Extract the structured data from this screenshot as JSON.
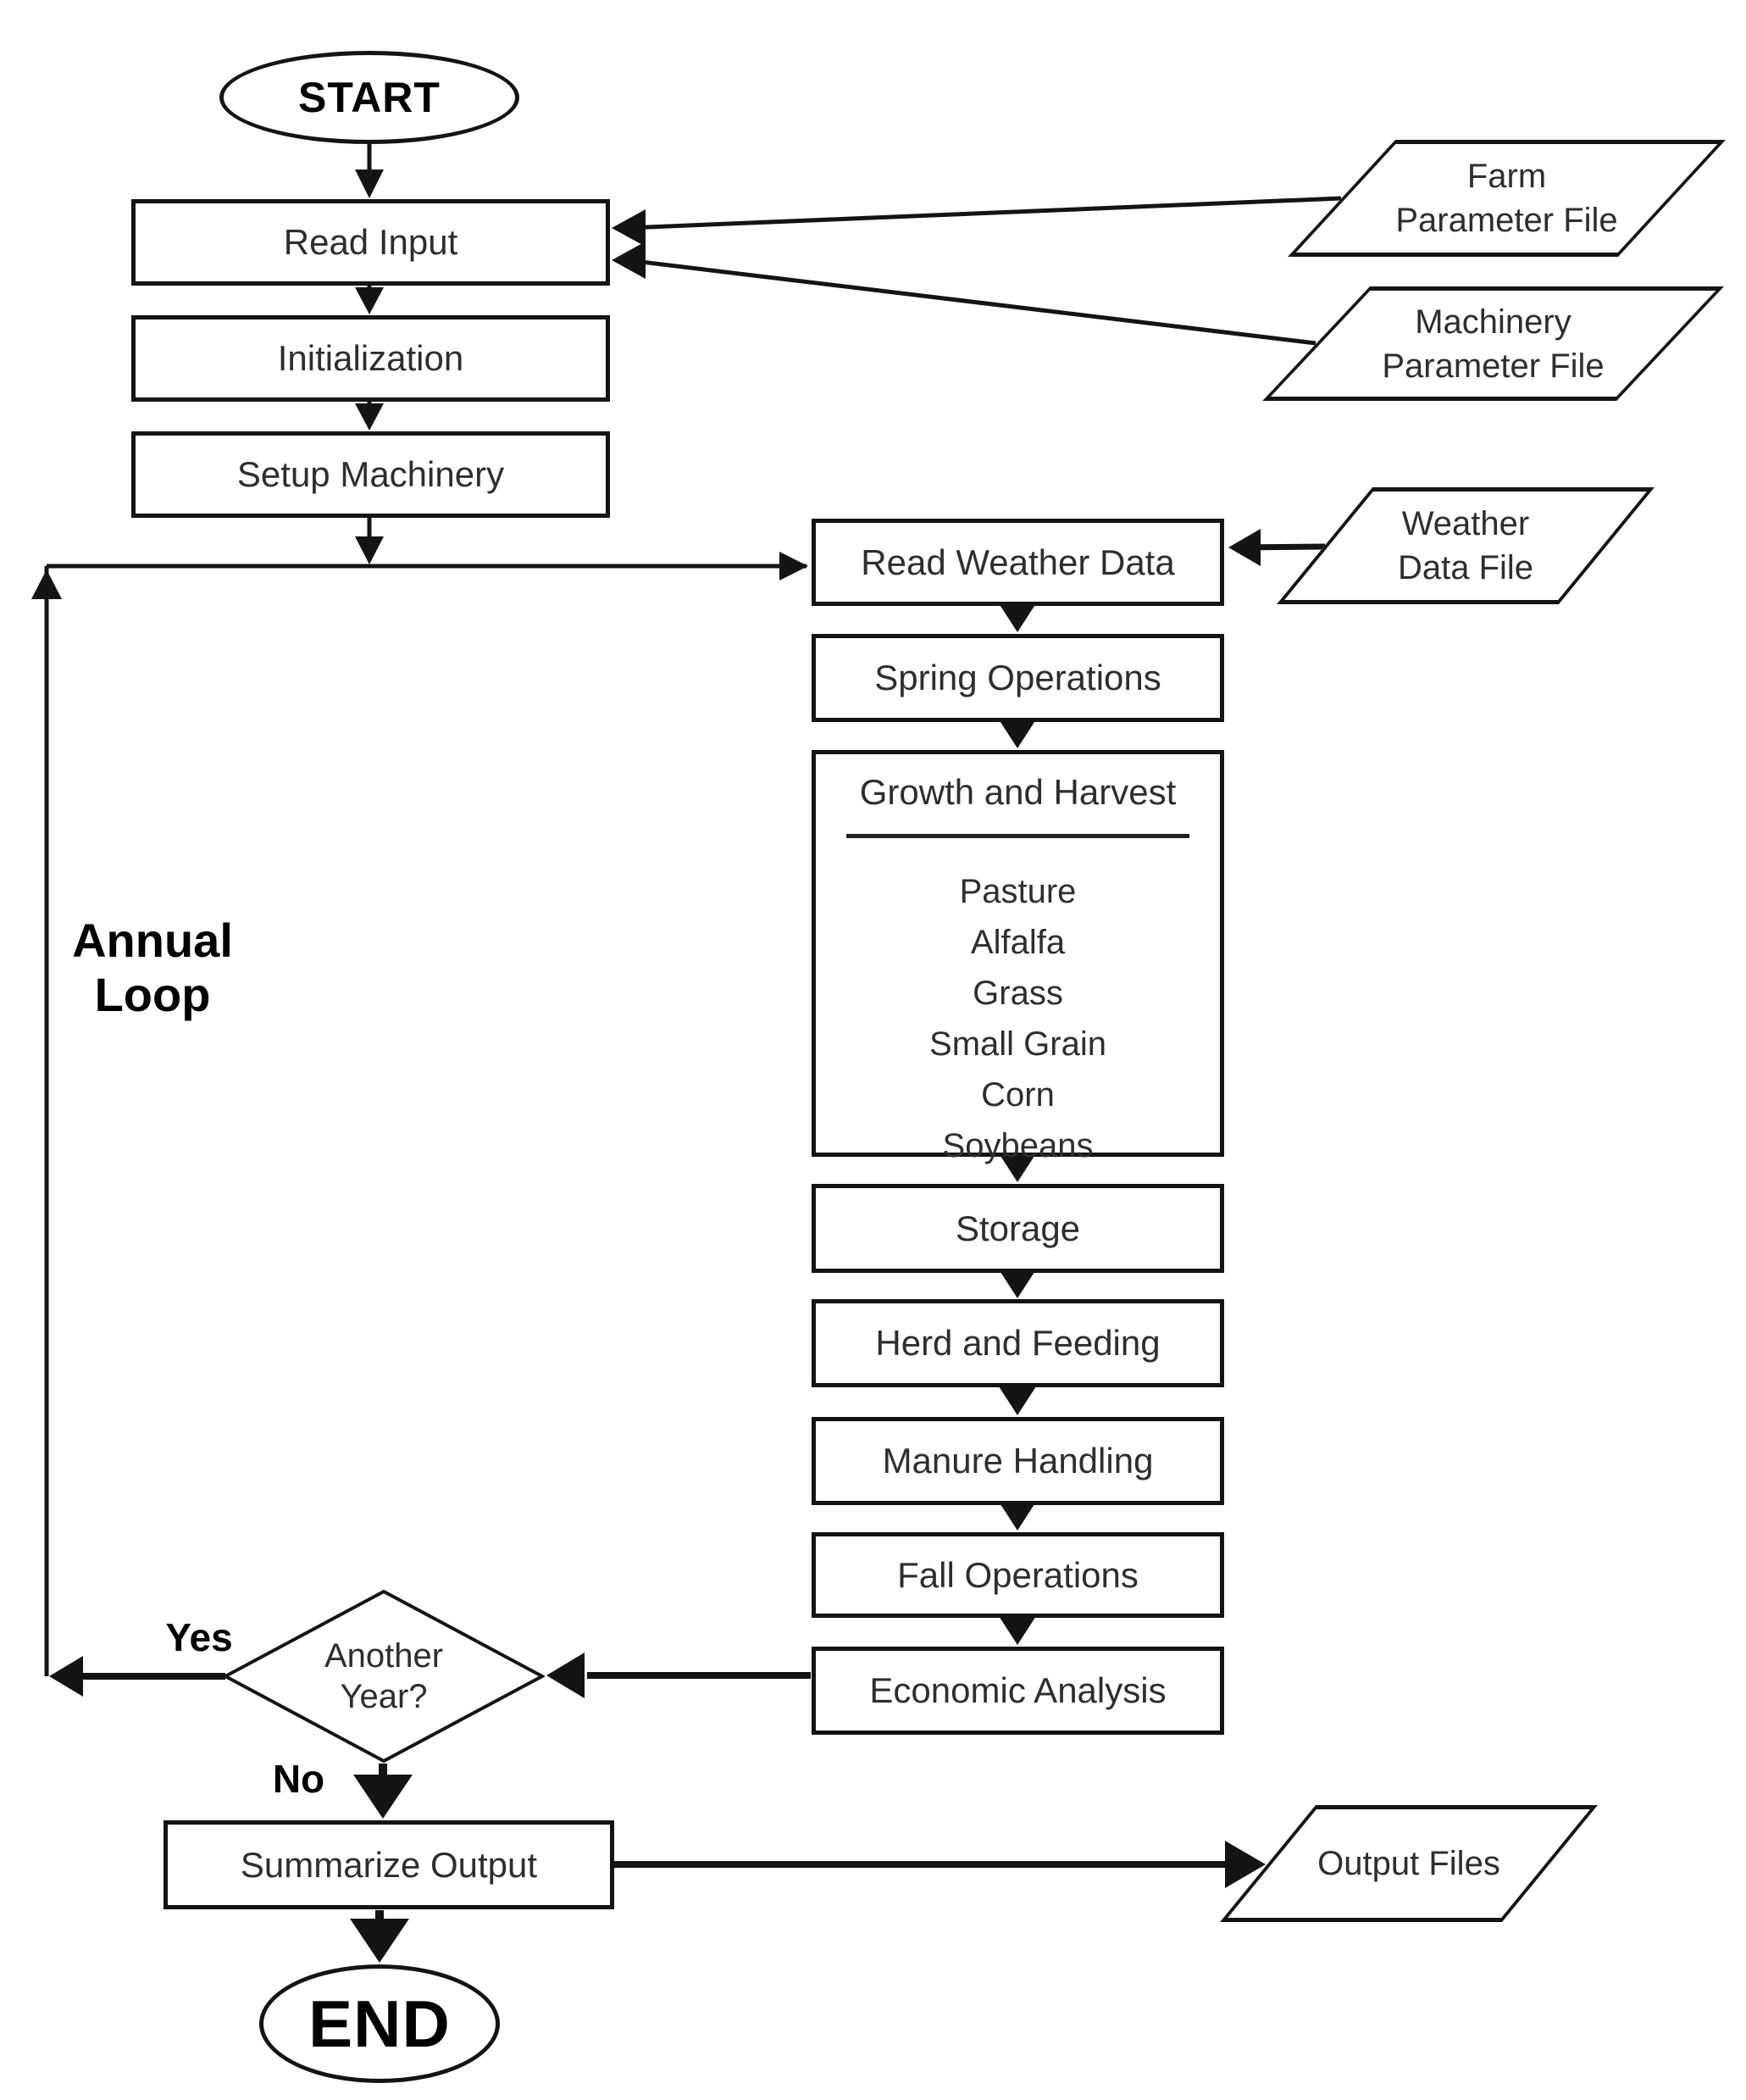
{
  "diagram": {
    "type": "flowchart",
    "background": "#ffffff",
    "colors": {
      "line": "#141414",
      "box_text": "#2e2e2e",
      "bold_text": "#000000"
    },
    "nodes": {
      "start": {
        "label": "START"
      },
      "read_input": {
        "label": "Read Input"
      },
      "initialization": {
        "label": "Initialization"
      },
      "setup_machinery": {
        "label": "Setup Machinery"
      },
      "farm_file": {
        "line1": "Farm",
        "line2": "Parameter File"
      },
      "machinery_file": {
        "line1": "Machinery",
        "line2": "Parameter File"
      },
      "weather_file": {
        "line1": "Weather",
        "line2": "Data File"
      },
      "read_weather": {
        "label": "Read Weather Data"
      },
      "spring_operations": {
        "label": "Spring Operations"
      },
      "growth_harvest": {
        "title": "Growth and Harvest",
        "items": [
          "Pasture",
          "Alfalfa",
          "Grass",
          "Small Grain",
          "Corn",
          "Soybeans"
        ]
      },
      "storage": {
        "label": "Storage"
      },
      "herd_feeding": {
        "label": "Herd and Feeding"
      },
      "manure_handling": {
        "label": "Manure Handling"
      },
      "fall_operations": {
        "label": "Fall Operations"
      },
      "economic_analysis": {
        "label": "Economic Analysis"
      },
      "another_year": {
        "line1": "Another",
        "line2": "Year?"
      },
      "summarize_output": {
        "label": "Summarize Output"
      },
      "end": {
        "label": "END"
      },
      "output_files": {
        "label": "Output Files"
      }
    },
    "edge_labels": {
      "yes": "Yes",
      "no": "No",
      "annual_loop_line1": "Annual",
      "annual_loop_line2": "Loop"
    }
  }
}
